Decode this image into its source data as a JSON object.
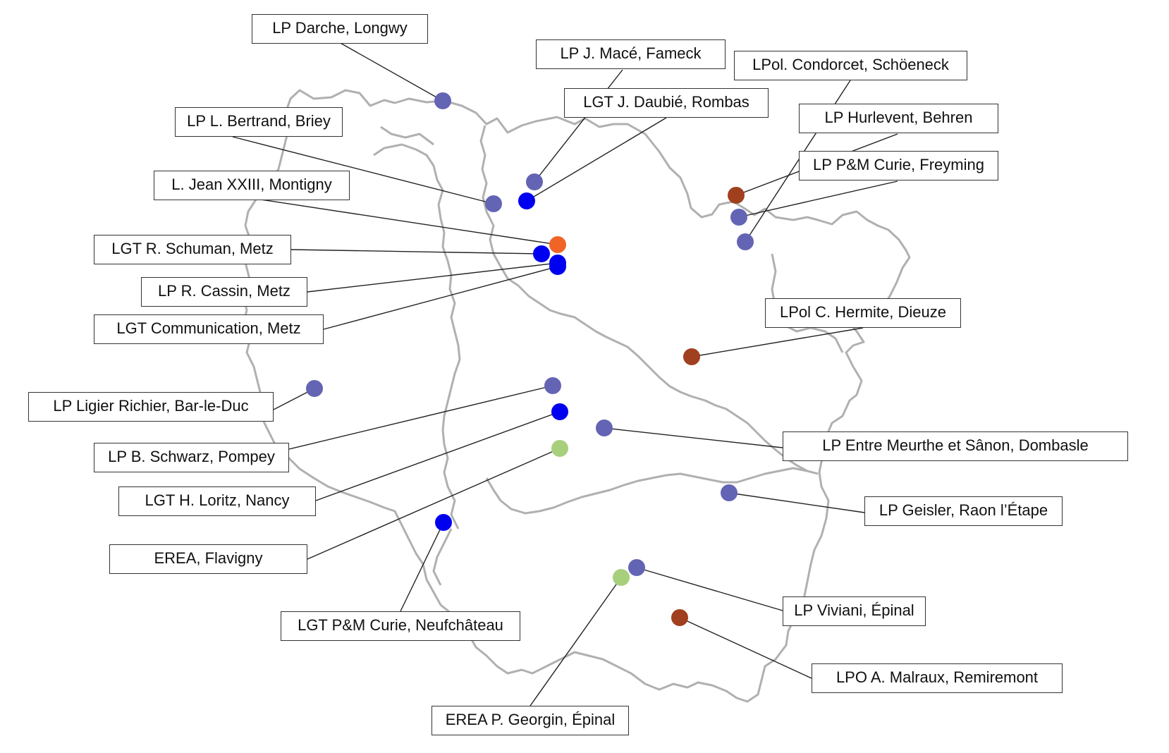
{
  "colors": {
    "school_purple": "#6464b4",
    "school_blue": "#0000f0",
    "school_orange": "#f06428",
    "school_brown": "#a0401e",
    "school_green": "#a8d07c",
    "border_gray": "#b0b0b0"
  },
  "schools": [
    {
      "name": "LP Darche, Longwy",
      "color": "school_purple"
    },
    {
      "name": "LP J. Macé, Fameck",
      "color": "school_purple"
    },
    {
      "name": "LPol. Condorcet, Schöeneck",
      "color": "school_purple"
    },
    {
      "name": "LGT J. Daubié, Rombas",
      "color": "school_blue"
    },
    {
      "name": "LP L. Bertrand, Briey",
      "color": "school_purple"
    },
    {
      "name": "LP Hurlevent, Behren",
      "color": "school_brown"
    },
    {
      "name": "LP P&M Curie, Freyming",
      "color": "school_purple"
    },
    {
      "name": "L. Jean XXIII, Montigny",
      "color": "school_orange"
    },
    {
      "name": "LGT R. Schuman, Metz",
      "color": "school_blue"
    },
    {
      "name": "LP R. Cassin, Metz",
      "color": "school_blue"
    },
    {
      "name": "LGT Communication, Metz",
      "color": "school_blue"
    },
    {
      "name": "LPol C. Hermite, Dieuze",
      "color": "school_brown"
    },
    {
      "name": "LP Ligier Richier, Bar-le-Duc",
      "color": "school_purple"
    },
    {
      "name": "LP B. Schwarz, Pompey",
      "color": "school_purple"
    },
    {
      "name": "LP Entre Meurthe et Sânon, Dombasle",
      "color": "school_purple"
    },
    {
      "name": "LGT H. Loritz, Nancy",
      "color": "school_blue"
    },
    {
      "name": "EREA, Flavigny",
      "color": "school_green"
    },
    {
      "name": "LP Geisler, Raon l’Étape",
      "color": "school_purple"
    },
    {
      "name": "LGT P&M Curie, Neufchâteau",
      "color": "school_blue"
    },
    {
      "name": "LP Viviani, Épinal",
      "color": "school_purple"
    },
    {
      "name": "LPO A. Malraux, Remiremont",
      "color": "school_brown"
    },
    {
      "name": "EREA P. Georgin, Épinal",
      "color": "school_green"
    }
  ]
}
